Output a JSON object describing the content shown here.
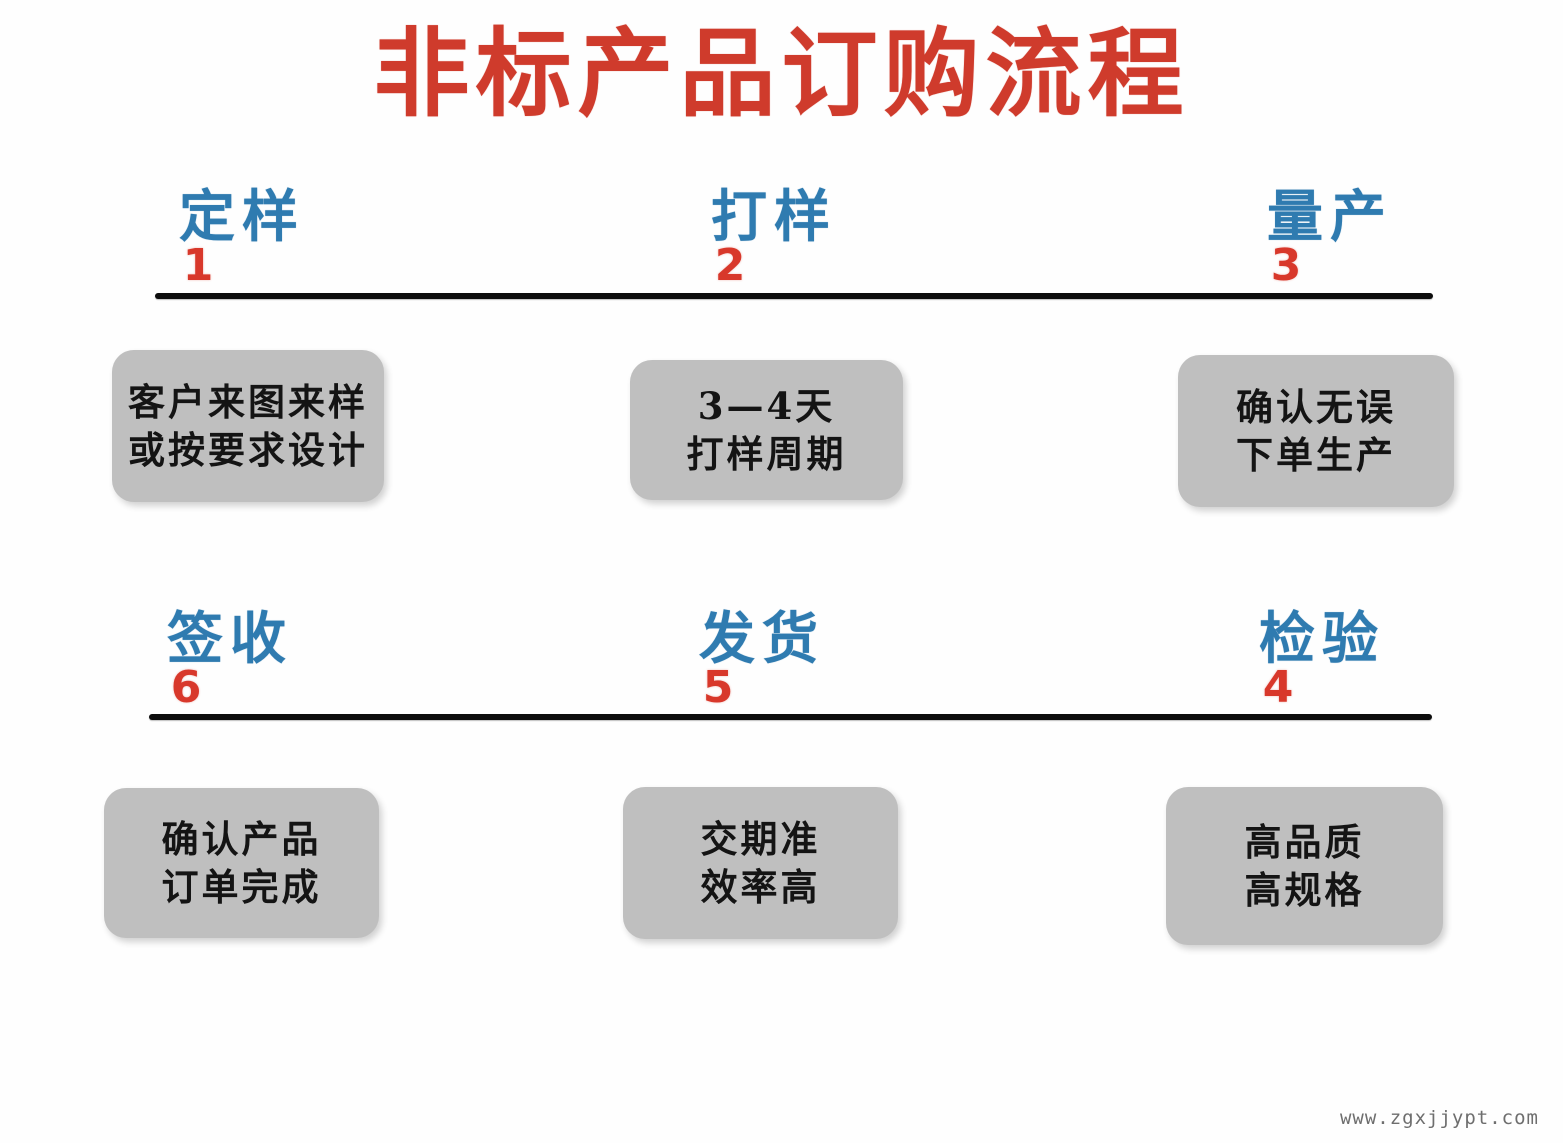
{
  "title": "非标产品订购流程",
  "theme": {
    "title_color": "#cf3b2c",
    "stage_color": "#2f7bb0",
    "number_color": "#d8382b",
    "box_fill": "#bfbfbf",
    "box_text_color": "#141414",
    "rule_color": "#0d0d0d",
    "background": "#ffffff"
  },
  "rows": [
    {
      "row_name": "row-top",
      "stages": [
        {
          "name": "定样",
          "number": "1"
        },
        {
          "name": "打样",
          "number": "2"
        },
        {
          "name": "量产",
          "number": "3"
        }
      ],
      "boxes": [
        {
          "lines": [
            "客户来图来样",
            "或按要求设计"
          ]
        },
        {
          "lines": [
            "3—4天",
            "打样周期"
          ]
        },
        {
          "lines": [
            "确认无误",
            "下单生产"
          ]
        }
      ]
    },
    {
      "row_name": "row-bottom",
      "stages": [
        {
          "name": "签收",
          "number": "6"
        },
        {
          "name": "发货",
          "number": "5"
        },
        {
          "name": "检验",
          "number": "4"
        }
      ],
      "boxes": [
        {
          "lines": [
            "确认产品",
            "订单完成"
          ]
        },
        {
          "lines": [
            "交期准",
            "效率高"
          ]
        },
        {
          "lines": [
            "高品质",
            "高规格"
          ]
        }
      ]
    }
  ],
  "watermark": "www.zgxjjypt.com"
}
